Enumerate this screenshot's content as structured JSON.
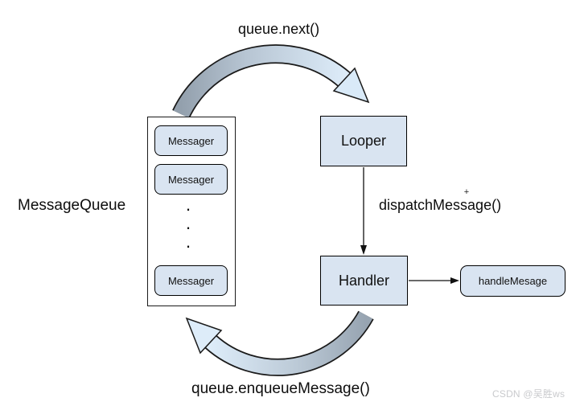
{
  "diagram": {
    "labels": {
      "queue_next": "queue.next()",
      "dispatch_message": "dispatchMessage()",
      "enqueue_message": "queue.enqueueMessage()",
      "message_queue": "MessageQueue"
    },
    "nodes": {
      "looper": "Looper",
      "handler": "Handler",
      "handle_mesage": "handleMesage"
    },
    "queue_items": [
      "Messager",
      "Messager",
      "Messager"
    ],
    "ellipsis": [
      "·",
      "·",
      "·"
    ],
    "stray_mark": "+",
    "watermark": "CSDN @吴胜ws",
    "colors": {
      "node_fill": "#d9e4f1",
      "node_border": "#000000",
      "arrow_dark": "#96a3b0",
      "arrow_light": "#dcebf8",
      "background": "#ffffff",
      "watermark": "#c9cacd"
    }
  }
}
